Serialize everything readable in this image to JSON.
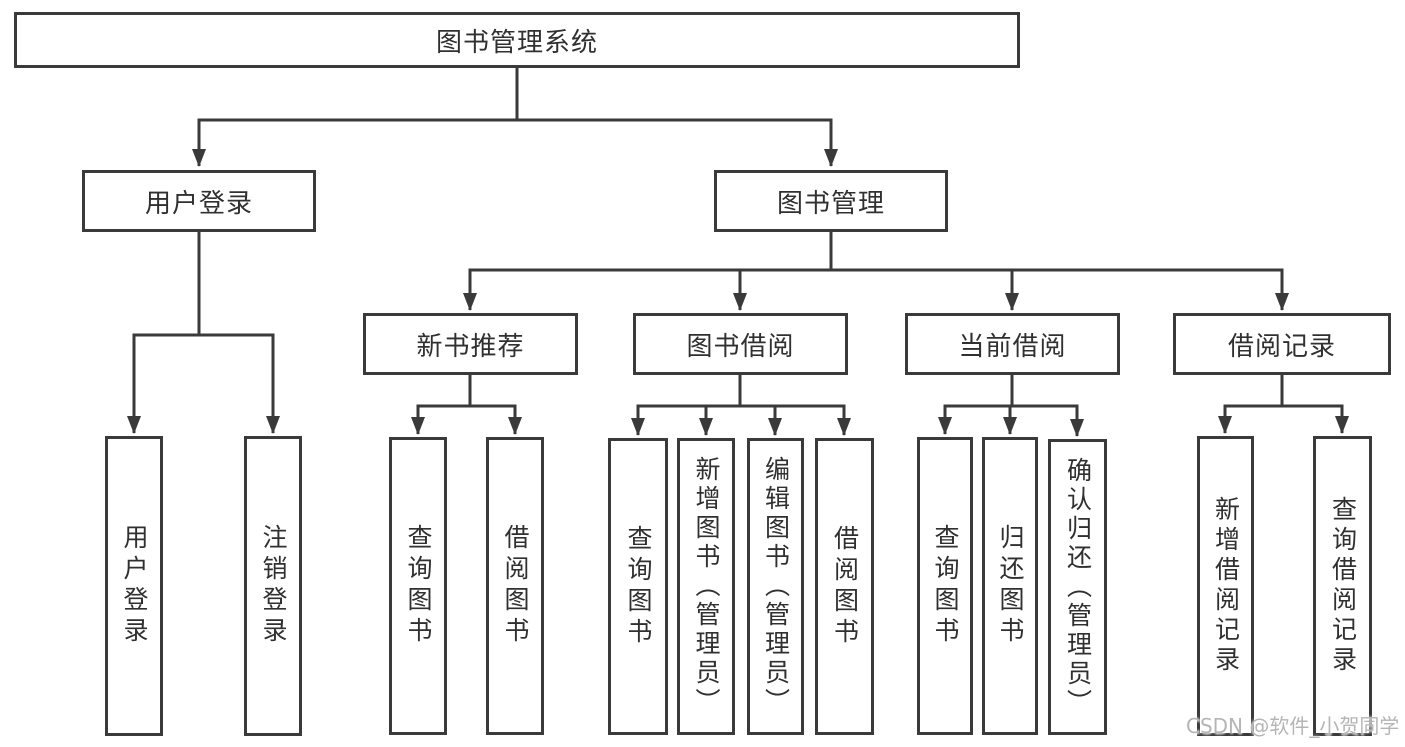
{
  "tree": {
    "root": {
      "label": "图书管理系统"
    },
    "branches": [
      {
        "label": "用户登录",
        "children": [
          {
            "label": "用户登录"
          },
          {
            "label": "注销登录"
          }
        ]
      },
      {
        "label": "图书管理",
        "children": [
          {
            "label": "新书推荐",
            "children": [
              {
                "label": "查询图书"
              },
              {
                "label": "借阅图书"
              }
            ]
          },
          {
            "label": "图书借阅",
            "children": [
              {
                "label": "查询图书"
              },
              {
                "label": "新增图书（管理员）"
              },
              {
                "label": "编辑图书（管理员）"
              },
              {
                "label": "借阅图书"
              }
            ]
          },
          {
            "label": "当前借阅",
            "children": [
              {
                "label": "查询图书"
              },
              {
                "label": "归还图书"
              },
              {
                "label": "确认归还（管理员）"
              }
            ]
          },
          {
            "label": "借阅记录",
            "children": [
              {
                "label": "新增借阅记录"
              },
              {
                "label": "查询借阅记录"
              }
            ]
          }
        ]
      }
    ]
  },
  "watermark": {
    "text": "CSDN @软件_小贺同学"
  },
  "colors": {
    "line": "#3a3a3a",
    "text": "#303030",
    "watermark": "#b5b5b5",
    "background": "#ffffff"
  }
}
